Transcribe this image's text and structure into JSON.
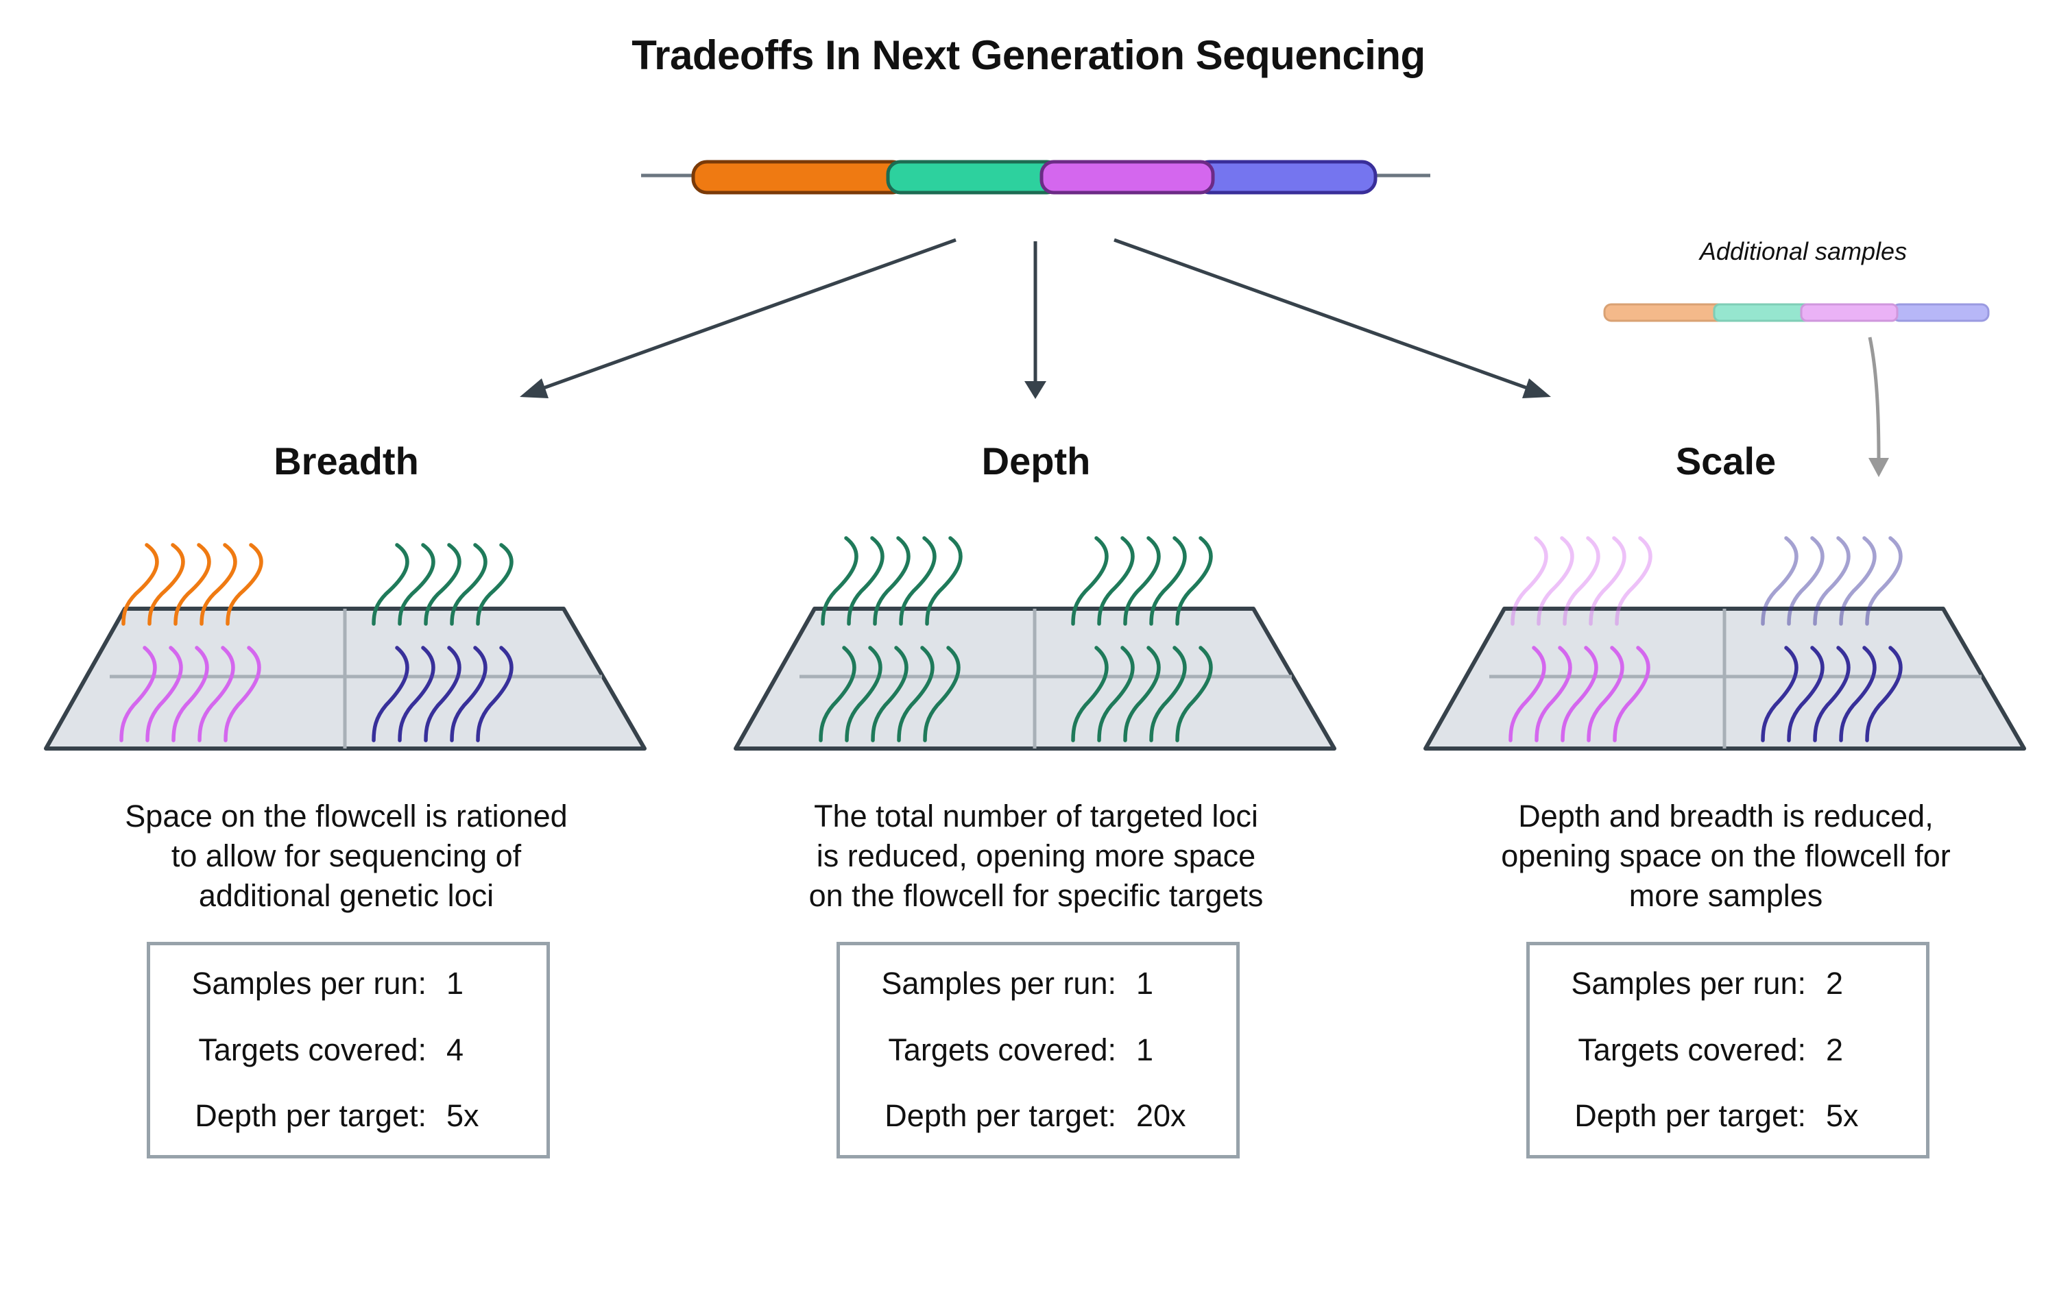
{
  "title": "Tradeoffs In Next Generation Sequencing",
  "additional_samples_label": "Additional samples",
  "colors": {
    "target_orange": "#ef7a12",
    "target_green": "#2dd19e",
    "target_magenta": "#d467ee",
    "target_blue": "#7575ef",
    "read_green": "#1f7a5a",
    "read_magenta": "#d467ee",
    "read_navy": "#38309a",
    "flowcell_fill": "#dfe3e8",
    "flowcell_border": "#37424b",
    "arrow": "#37424b",
    "gray_arrow": "#999999"
  },
  "panels": [
    {
      "heading": "Breadth",
      "description": [
        "Space on the flowcell is rationed",
        "to allow for sequencing of",
        "additional genetic loci"
      ],
      "stats": [
        {
          "label": "Samples per run:",
          "value": "1"
        },
        {
          "label": "Targets covered:",
          "value": "4"
        },
        {
          "label": "Depth per target:",
          "value": "5x"
        }
      ]
    },
    {
      "heading": "Depth",
      "description": [
        "The total number of targeted  loci",
        "is reduced, opening more space",
        "on the flowcell for specific targets"
      ],
      "stats": [
        {
          "label": "Samples per run:",
          "value": "1"
        },
        {
          "label": "Targets covered:",
          "value": "1"
        },
        {
          "label": "Depth per target:",
          "value": "20x"
        }
      ]
    },
    {
      "heading": "Scale",
      "description": [
        "Depth and breadth is reduced,",
        "opening space on the flowcell for",
        "more samples"
      ],
      "stats": [
        {
          "label": "Samples per run:",
          "value": "2"
        },
        {
          "label": "Targets covered:",
          "value": "2"
        },
        {
          "label": "Depth per target:",
          "value": "5x"
        }
      ]
    }
  ]
}
